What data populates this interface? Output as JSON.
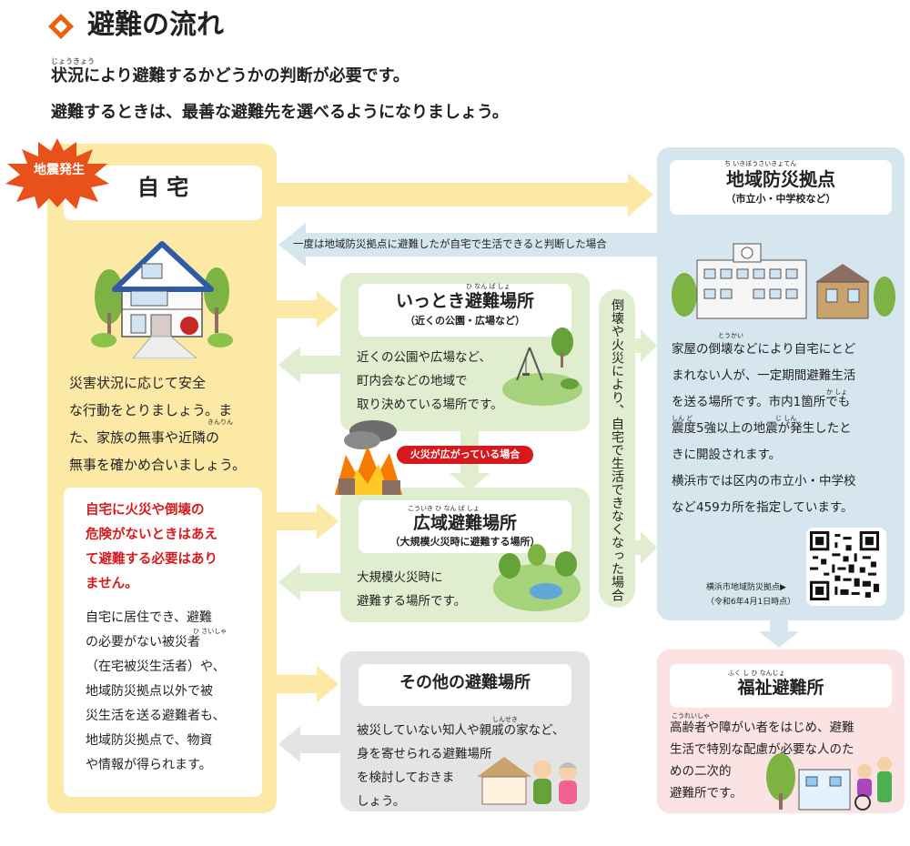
{
  "header": {
    "title": "避難の流れ",
    "line1": "状況により避難するかどうかの判断が必要です。",
    "line1_ruby": "じょうきょう",
    "line2": "避難するときは、最善な避難先を選べるようになりましょう。"
  },
  "home": {
    "badge": "地震発生",
    "title": "自 宅",
    "desc": [
      "災害状況に応じて安全",
      "な行動をとりましょう。ま",
      "た、家族の無事や近隣の",
      "無事を確かめ合いましょう。"
    ],
    "ruby_kinrin": "きんりん",
    "note_red": [
      "自宅に火災や倒壊の",
      "危険がないときはあえ",
      "て避難する必要はあり",
      "ません。"
    ],
    "note_black": [
      "自宅に居住でき、避難",
      "の必要がない被災者",
      "（在宅被災生活者）や、",
      "地域防災拠点以外で被",
      "災生活を送る避難者も、",
      "地域防災拠点で、物資",
      "や情報が得られます。"
    ],
    "ruby_hisaisha": "ひ さいしゃ"
  },
  "base": {
    "title": "地域防災拠点",
    "ruby": "ち いきぼうさいきょてん",
    "sub": "（市立小・中学校など）",
    "desc": [
      "家屋の倒壊などにより自宅にとど",
      "まれない人が、一定期間避難生活",
      "を送る場所です。市内1箇所でも",
      "震度5強以上の地震が発生したと",
      "きに開設されます。",
      "横浜市では区内の市立小・中学校",
      "など459カ所を指定しています。"
    ],
    "ruby_toukai": "とうかい",
    "ruby_kasho": "か しょ",
    "ruby_shindo": "しん ど",
    "ruby_jishin": "じ しん",
    "qr_label": "横浜市地域防災拠点▶",
    "qr_date": "（令和6年4月1日時点）"
  },
  "return_arrow": "一度は地域防災拠点に避難したが自宅で生活できると判断した場合",
  "temp": {
    "title": "いっとき避難場所",
    "ruby": "ひ なん ば しょ",
    "sub": "（近くの公園・広場など）",
    "desc": [
      "近くの公園や広場など、",
      "町内会などの地域で",
      "取り決めている場所です。"
    ]
  },
  "fire_label": "火災が広がっている場合",
  "vertical_label": "倒壊や火災により、自宅で生活できなくなった場合",
  "wide": {
    "title": "広域避難場所",
    "ruby": "こういき ひ なん ば しょ",
    "sub": "（大規模火災時に避難する場所）",
    "desc": [
      "大規模火災時に",
      "避難する場所です。"
    ]
  },
  "other": {
    "title": "その他の避難場所",
    "desc": [
      "被災していない知人や親戚の家など、",
      "身を寄せられる避難場所",
      "を検討しておきま",
      "しょう。"
    ],
    "ruby_shinseki": "しんせき"
  },
  "welfare": {
    "title": "福祉避難所",
    "ruby": "ふく し ひ なんじょ",
    "desc": [
      "高齢者や障がい者をはじめ、避難",
      "生活で特別な配慮が必要な人のた",
      "めの二次的",
      "避難所です。"
    ],
    "ruby_koureisha": "こうれいしゃ"
  },
  "colors": {
    "home_bg": "#fde9a6",
    "base_bg": "#d6e6ee",
    "green_bg": "#e1edcf",
    "gray_bg": "#e4e4e4",
    "pink_bg": "#fbe3e3",
    "arrow_yellow": "#fde9a6",
    "arrow_blue": "#d6e6ee",
    "accent_red": "#d7191e",
    "title_orange": "#e8620f"
  }
}
